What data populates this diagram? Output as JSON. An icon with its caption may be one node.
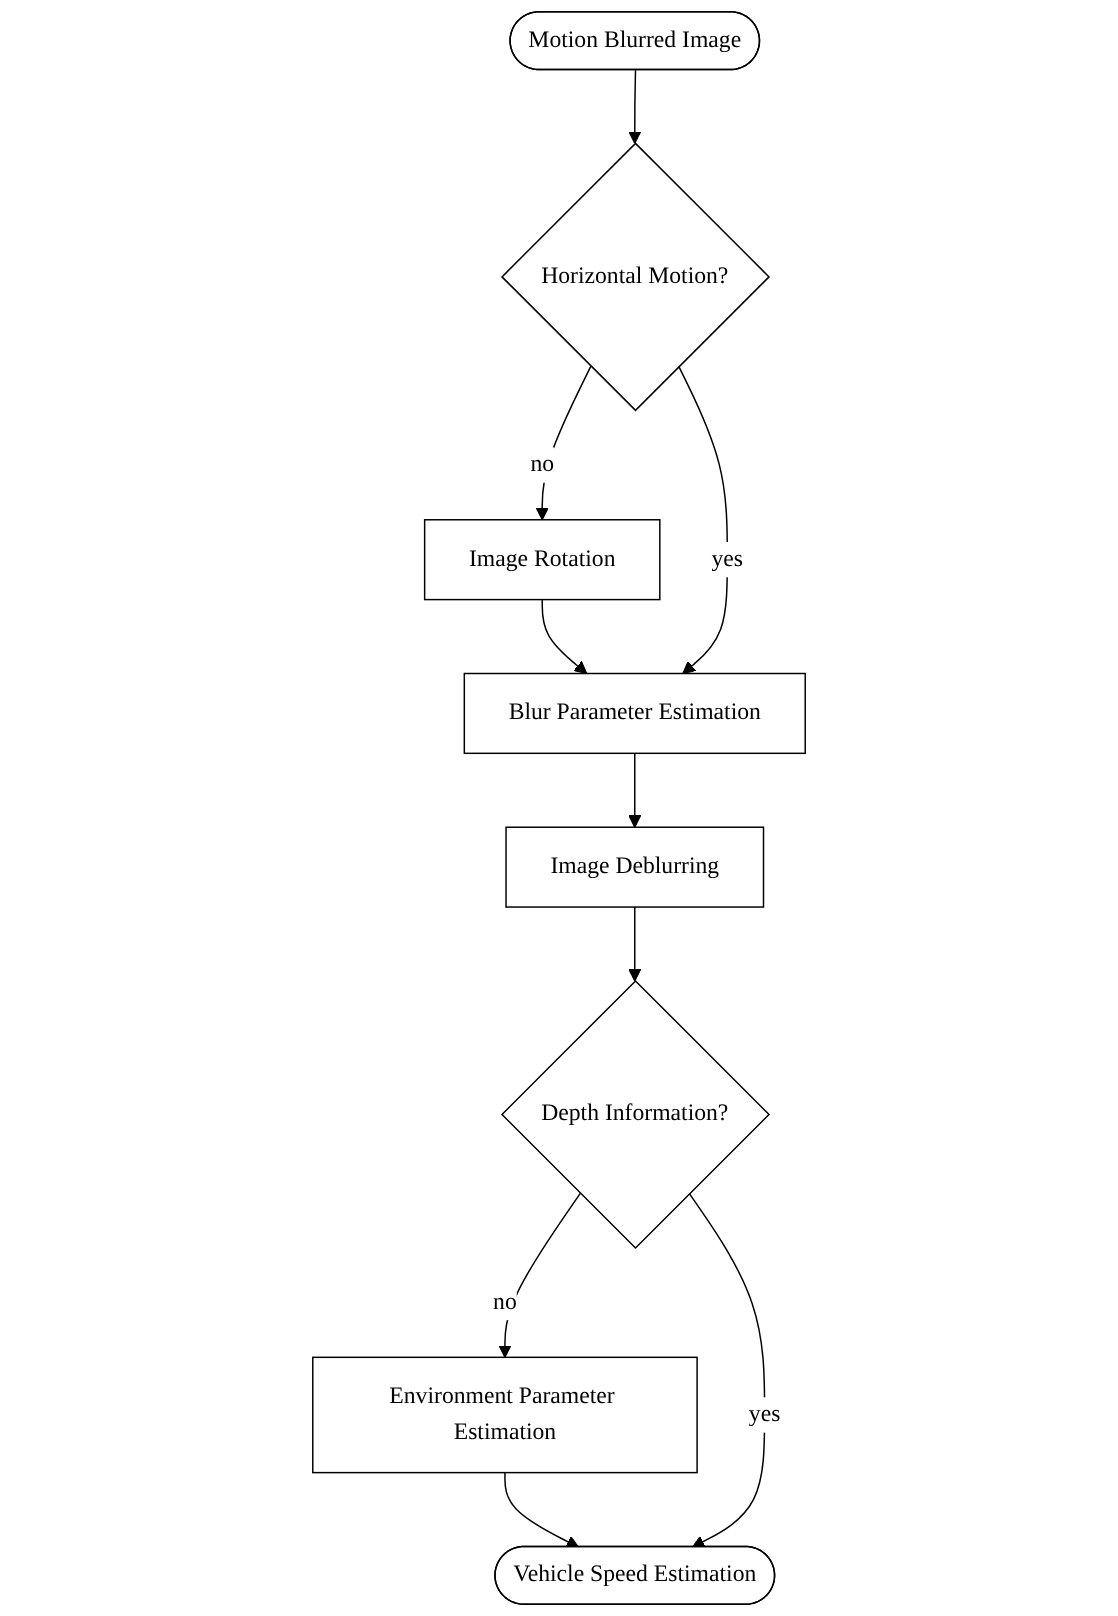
{
  "diagram": {
    "nodes": [
      {
        "text": [
          "Motion Blurred Image"
        ]
      },
      {
        "text": [
          "Horizontal Motion?"
        ]
      },
      {
        "text": [
          "Image Rotation"
        ]
      },
      {
        "text": [
          "Blur Parameter Estimation"
        ]
      },
      {
        "text": [
          "Image Deblurring"
        ]
      },
      {
        "text": [
          "Depth Information?"
        ]
      },
      {
        "text": [
          "Environment Parameter Estimation"
        ]
      },
      {
        "text": [
          "Vehicle Speed Estimation"
        ]
      }
    ],
    "edges": [
      {
        "from": 0,
        "to": 1,
        "arrow": "to"
      },
      {
        "from": 1,
        "to": 2,
        "arrow": "to",
        "label": "no"
      },
      {
        "from": 2,
        "to": 3,
        "arrow": "to"
      },
      {
        "from": 1,
        "to": 3,
        "arrow": "to",
        "label": "yes"
      },
      {
        "from": 3,
        "to": 4,
        "arrow": "to"
      },
      {
        "from": 4,
        "to": 5,
        "arrow": "to"
      },
      {
        "from": 5,
        "to": 6,
        "arrow": "to",
        "label": "no"
      },
      {
        "from": 6,
        "to": 7,
        "arrow": "to"
      },
      {
        "from": 5,
        "to": 7,
        "arrow": "to",
        "label": "yes"
      }
    ]
  }
}
